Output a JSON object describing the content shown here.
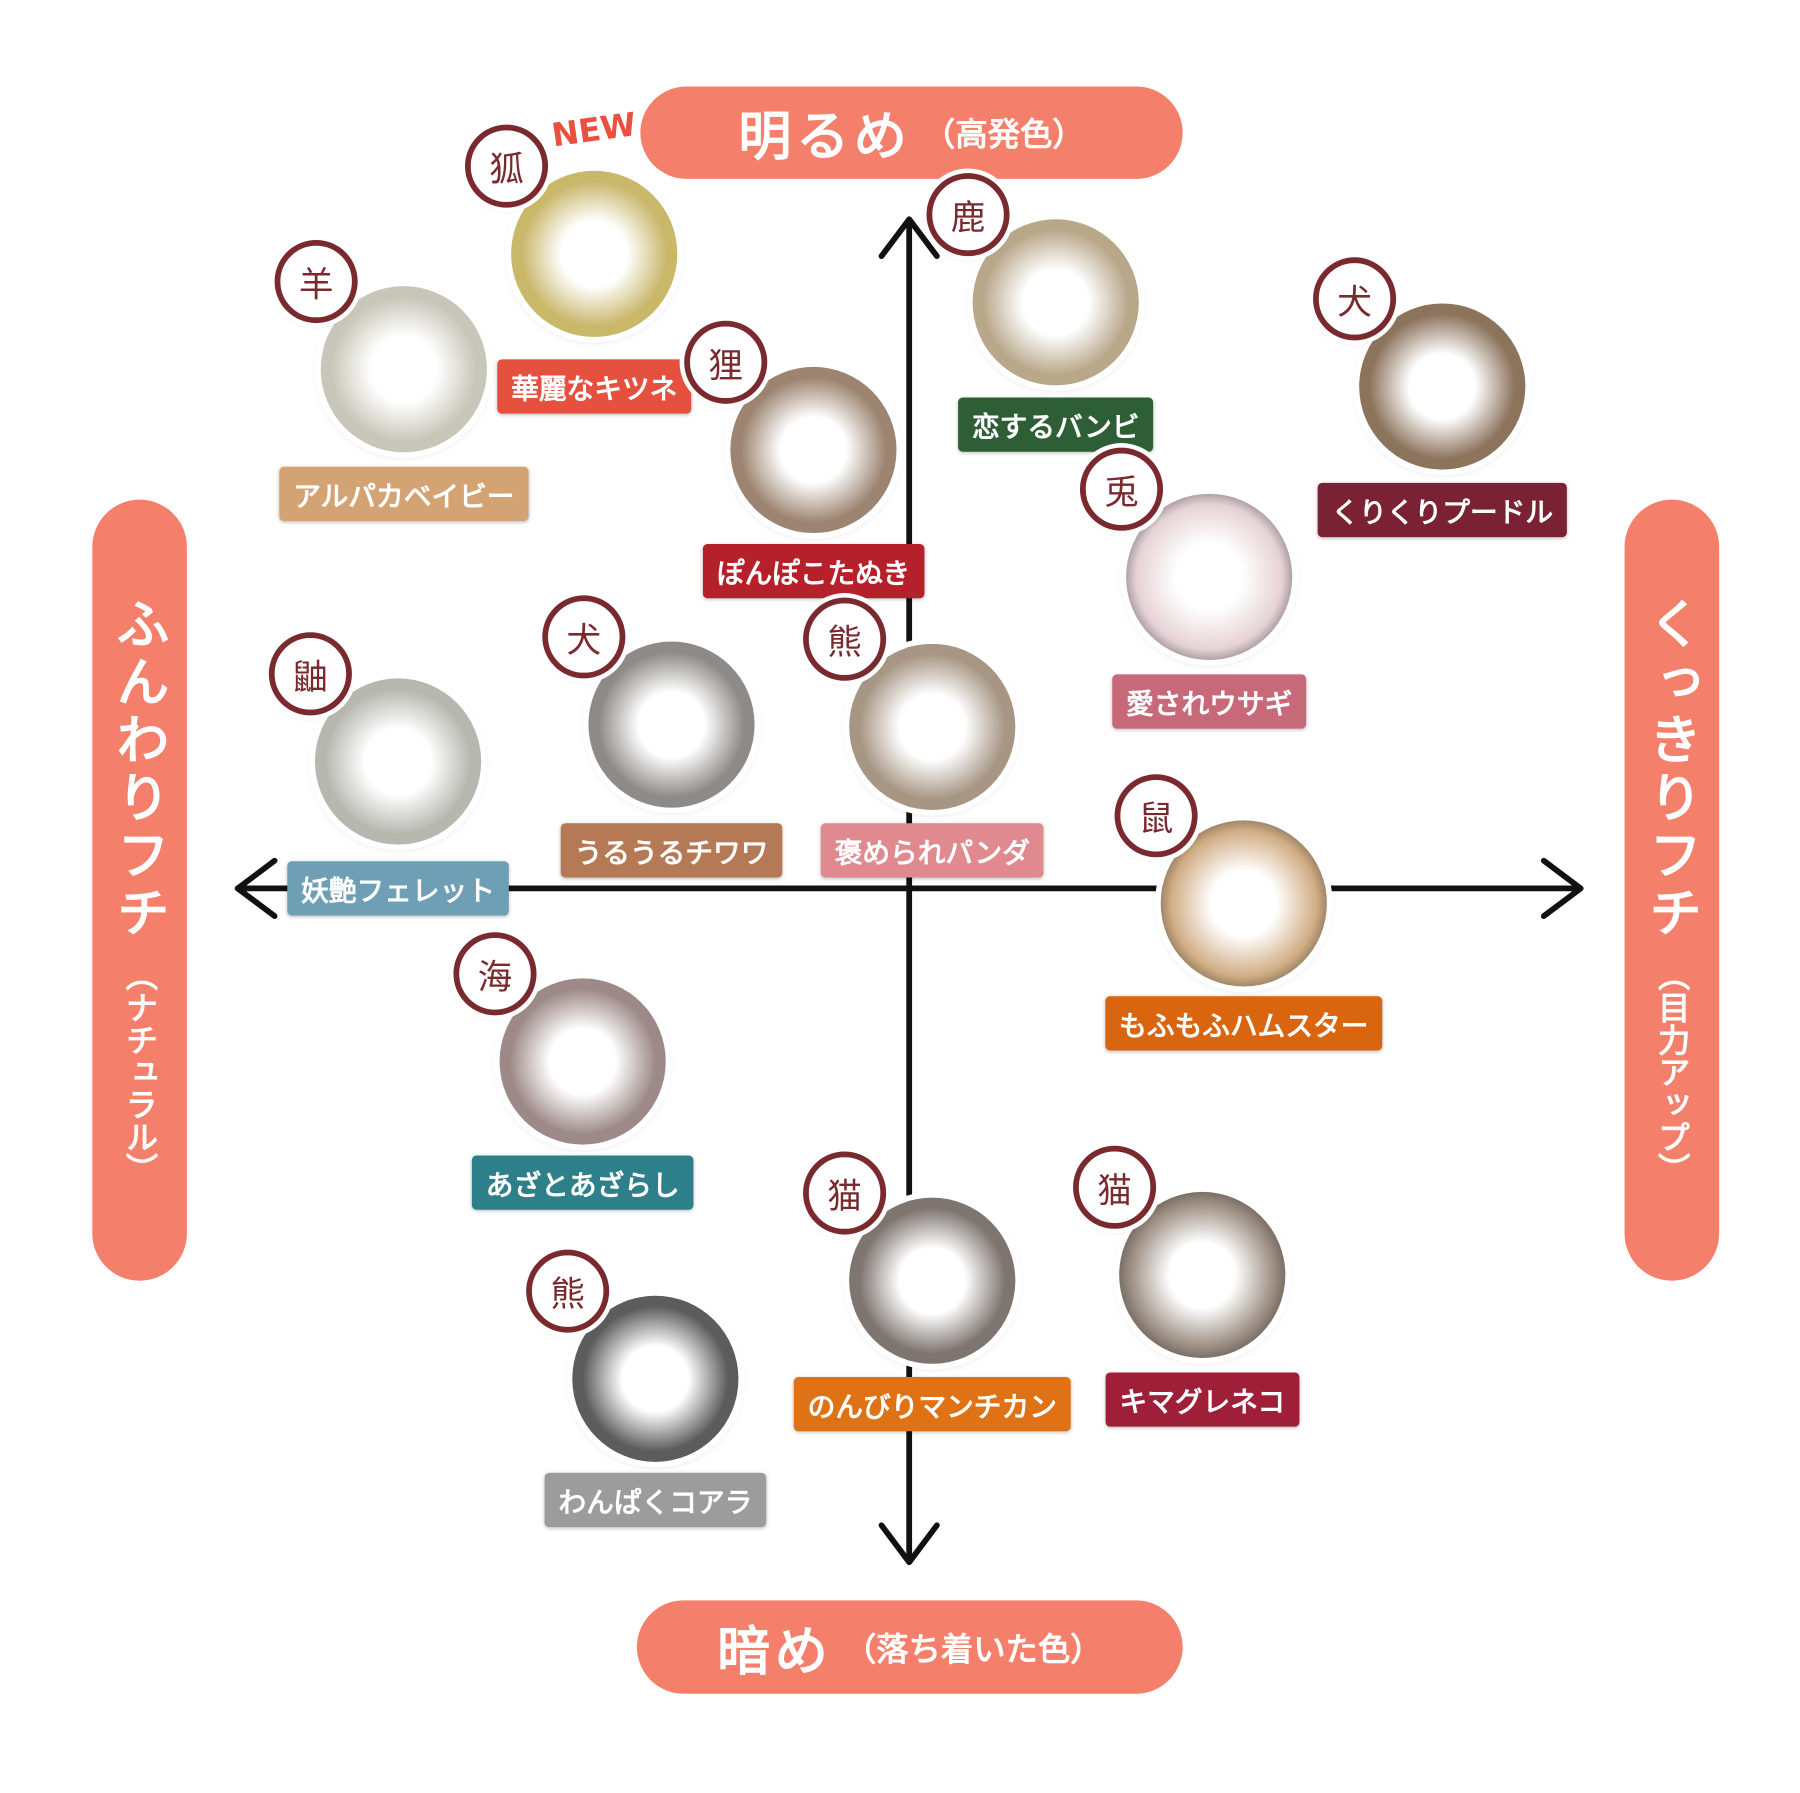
{
  "axes": {
    "top": {
      "main": "明るめ",
      "sub": "（高発色）"
    },
    "bottom": {
      "main": "暗め",
      "sub": "（落ち着いた色）"
    },
    "left": {
      "main": "ふんわりフチ",
      "sub": "（ナチュラル）"
    },
    "right": {
      "main": "くっきりフチ",
      "sub": "（目力アップ）"
    },
    "accent_color": "#f47f6b"
  },
  "new_badge": "NEW",
  "items": [
    {
      "name": "華麗なキツネ",
      "label_color": "#e5503f",
      "lens_color": "#c9b76a",
      "icon": "fox-mask-icon",
      "glyph": "狐"
    },
    {
      "name": "アルパカベイビー",
      "label_color": "#d4a373",
      "lens_color": "#c8c6b8",
      "icon": "alpaca-icon",
      "glyph": "羊"
    },
    {
      "name": "ぽんぽこたぬき",
      "label_color": "#b5202a",
      "lens_color": "#9c8470",
      "icon": "tanuki-icon",
      "glyph": "狸"
    },
    {
      "name": "恋するバンビ",
      "label_color": "#2e5e35",
      "lens_color": "#b9a78a",
      "icon": "fawn-icon",
      "glyph": "鹿"
    },
    {
      "name": "くりくりプードル",
      "label_color": "#7a2233",
      "lens_color": "#8c735c",
      "icon": "poodle-icon",
      "glyph": "犬"
    },
    {
      "name": "愛されウサギ",
      "label_color": "#c8697a",
      "lens_color": "#e6d2d6",
      "icon": "rabbit-icon",
      "glyph": "兎",
      "dark_rim": true
    },
    {
      "name": "妖艶フェレット",
      "label_color": "#6f9fb5",
      "lens_color": "#b6b8b0",
      "icon": "ferret-icon",
      "glyph": "鼬"
    },
    {
      "name": "うるうるチワワ",
      "label_color": "#b57a55",
      "lens_color": "#8e8a88",
      "icon": "chihuahua-icon",
      "glyph": "犬"
    },
    {
      "name": "褒められパンダ",
      "label_color": "#e08a90",
      "lens_color": "#a79684",
      "icon": "panda-icon",
      "glyph": "熊"
    },
    {
      "name": "もふもふハムスター",
      "label_color": "#d9650f",
      "lens_color": "#d1ad84",
      "icon": "hamster-icon",
      "glyph": "鼠",
      "dark_rim": true
    },
    {
      "name": "あざとあざらし",
      "label_color": "#2d8089",
      "lens_color": "#9d8a88",
      "icon": "seal-icon",
      "glyph": "海"
    },
    {
      "name": "のんびりマンチカン",
      "label_color": "#e07216",
      "lens_color": "#7e7570",
      "icon": "cat-icon",
      "glyph": "猫"
    },
    {
      "name": "キマグレネコ",
      "label_color": "#9e1f37",
      "lens_color": "#9a8c80",
      "icon": "cat-icon",
      "glyph": "猫",
      "dark_rim": true
    },
    {
      "name": "わんぱくコアラ",
      "label_color": "#9c9c9c",
      "lens_color": "#5c5c5c",
      "icon": "koala-icon",
      "glyph": "熊"
    }
  ]
}
